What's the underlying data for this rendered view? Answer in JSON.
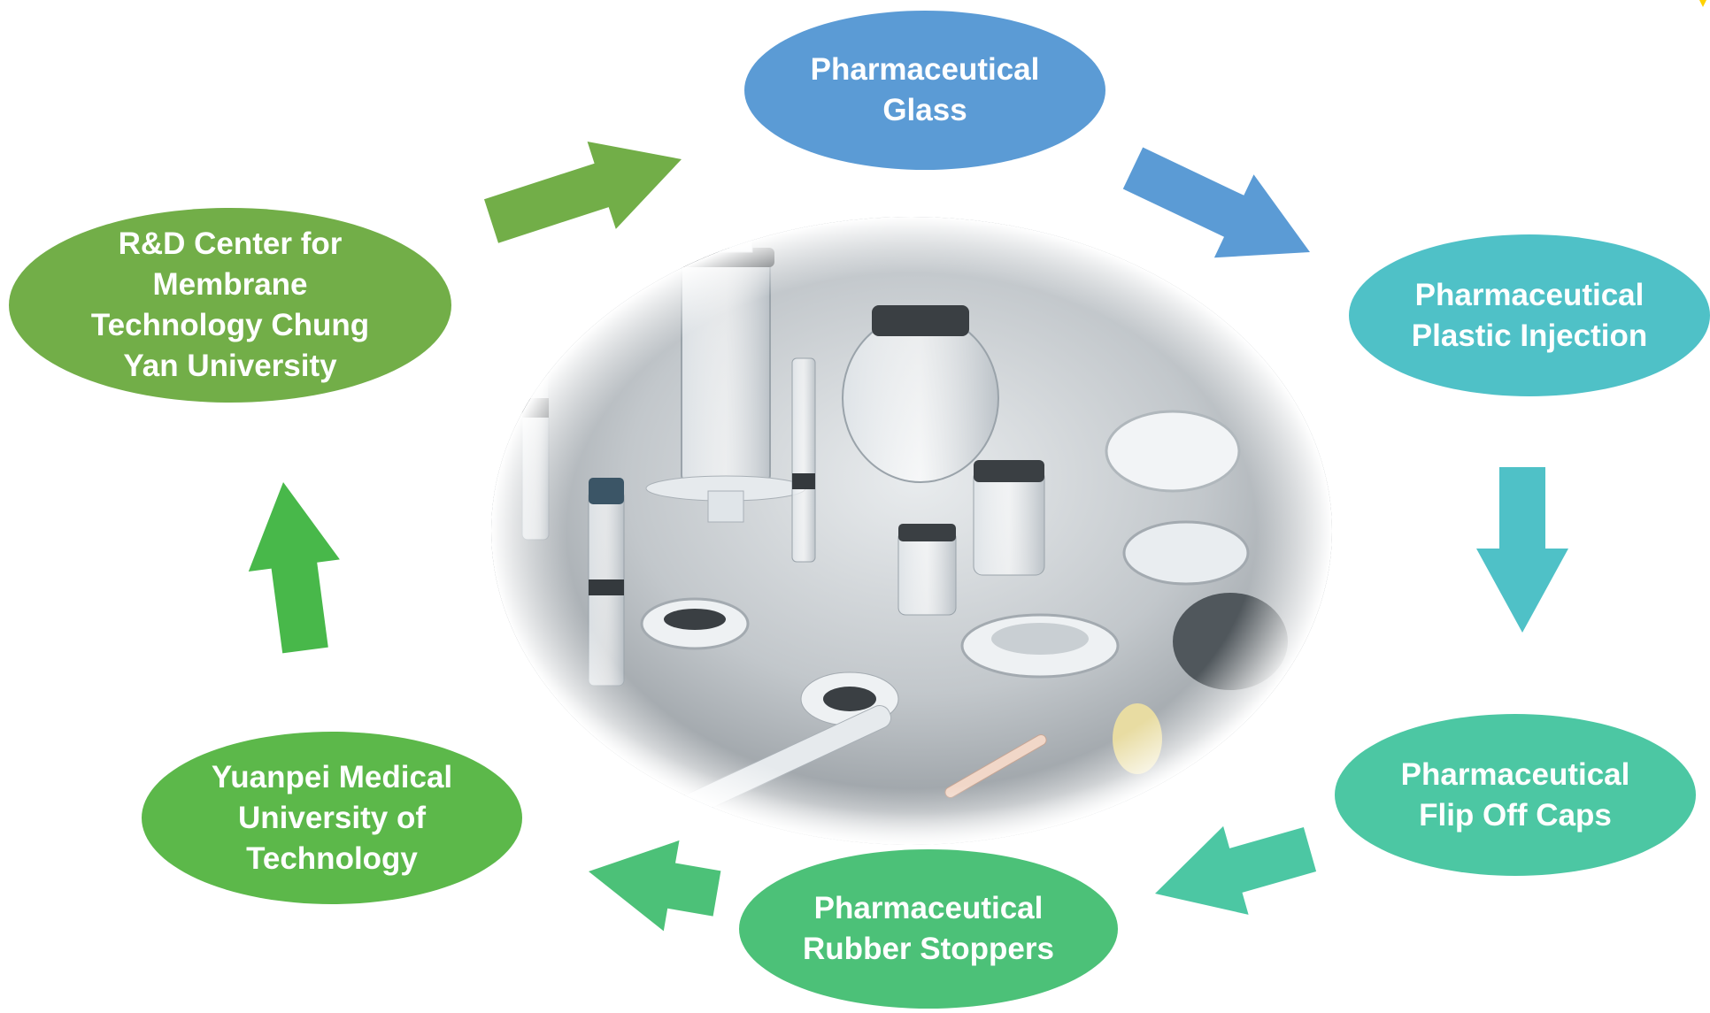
{
  "diagram": {
    "type": "cycle",
    "nodes": [
      {
        "id": "glass",
        "label": "Pharmaceutical\nGlass",
        "color": "#5b9bd5"
      },
      {
        "id": "plastic",
        "label": "Pharmaceutical\nPlastic Injection",
        "color": "#4fc1c7"
      },
      {
        "id": "caps",
        "label": "Pharmaceutical\nFlip Off Caps",
        "color": "#4cc7a3"
      },
      {
        "id": "stoppers",
        "label": "Pharmaceutical\nRubber Stoppers",
        "color": "#4cc178"
      },
      {
        "id": "yuanpei",
        "label": "Yuanpei Medical\nUniversity of\nTechnology",
        "color": "#5cb84a"
      },
      {
        "id": "membrane",
        "label": "R&D Center for\nMembrane\nTechnology Chung\nYan University",
        "color": "#72ae48"
      }
    ],
    "arrows": [
      {
        "from": "glass",
        "to": "plastic",
        "color": "#5b9bd5"
      },
      {
        "from": "plastic",
        "to": "caps",
        "color": "#4fc1c7"
      },
      {
        "from": "caps",
        "to": "stoppers",
        "color": "#4cc7a3"
      },
      {
        "from": "stoppers",
        "to": "yuanpei",
        "color": "#4cc178"
      },
      {
        "from": "yuanpei",
        "to": "membrane",
        "color": "#48b84a"
      },
      {
        "from": "membrane",
        "to": "glass",
        "color": "#72ae48"
      }
    ],
    "center_image": "pharmaceutical packaging products: syringes, glass vials, rubber stoppers, flip-off caps"
  }
}
